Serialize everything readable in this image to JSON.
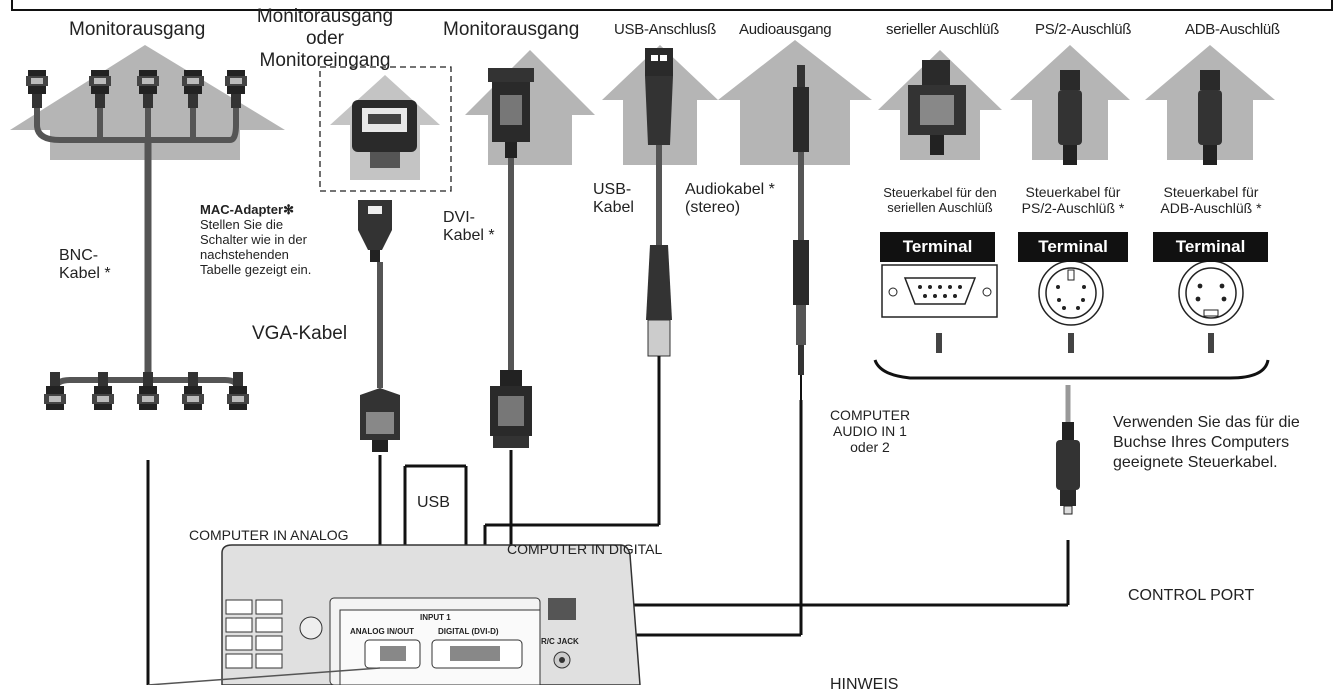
{
  "labels": {
    "monitor_out_1": "Monitorausgang",
    "monitor_out_in_1": "Monitorausgang",
    "monitor_out_in_2": "oder",
    "monitor_out_in_3": "Monitoreingang",
    "monitor_out_2": "Monitorausgang",
    "usb_port": "USB-Anschlusß",
    "audio_out": "Audioausgang",
    "serial_port": "serieller Auschlüß",
    "ps2_port": "PS/2-Auschlüß",
    "adb_port": "ADB-Auschlüß",
    "mac_adapter": "MAC-Adapter",
    "mac_note": [
      "Stellen Sie die",
      "Schalter wie in der",
      "nachstehenden",
      "Tabelle gezeigt ein."
    ],
    "bnc_cable": [
      "BNC-",
      "Kabel *"
    ],
    "vga_cable": "VGA-Kabel",
    "dvi_cable": [
      "DVI-",
      "Kabel *"
    ],
    "usb_cable": [
      "USB-",
      "Kabel"
    ],
    "audio_cable": [
      "Audiokabel *",
      "(stereo)"
    ],
    "serial_cable": [
      "Steuerkabel für den",
      "seriellen Auschlüß"
    ],
    "ps2_cable": [
      "Steuerkabel für",
      "PS/2-Auschlüß *"
    ],
    "adb_cable": [
      "Steuerkabel für",
      "ADB-Auschlüß *"
    ],
    "terminal": "Terminal",
    "computer_audio": [
      "COMPUTER",
      "AUDIO IN 1",
      "oder 2"
    ],
    "use_note": [
      "Verwenden Sie das für die",
      "Buchse Ihres Computers",
      "geeignete Steuerkabel."
    ],
    "usb": "USB",
    "computer_in_analog": "COMPUTER IN ANALOG",
    "computer_in_digital": "COMPUTER IN DIGITAL",
    "control_port": "CONTROL PORT",
    "input1": "INPUT 1",
    "analog_inout": "ANALOG IN/OUT",
    "digital_dvi": "DIGITAL (DVI-D)",
    "rc_jack": "R/C JACK",
    "hinweis": "HINWEIS"
  }
}
